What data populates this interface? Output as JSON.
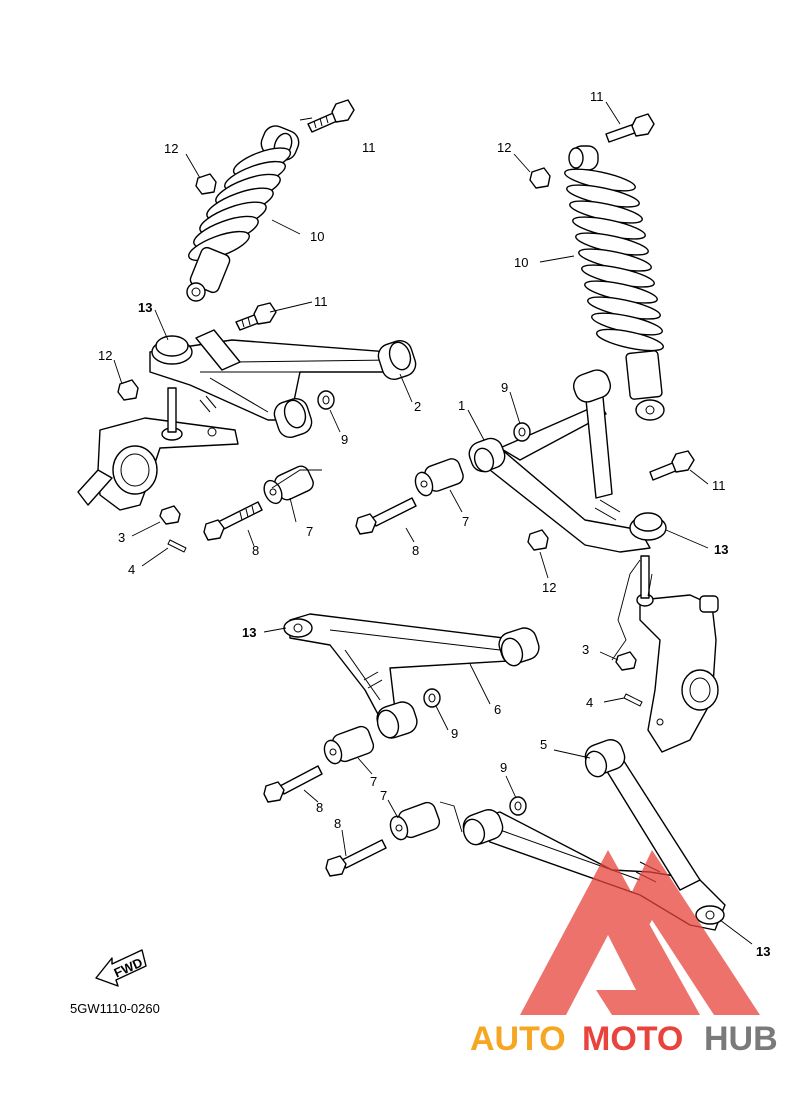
{
  "diagram_code": "5GW1110-0260",
  "fwd_label": "FWD",
  "watermark": {
    "part1": "AUTO",
    "part2": "MOTO",
    "part3": "HUB",
    "color_red": "#e8433c",
    "color_orange": "#f5a623",
    "color_gray": "#7a7a7a"
  },
  "callouts": {
    "n1": "1",
    "n2": "2",
    "n3": "3",
    "n4": "4",
    "n5": "5",
    "n6": "6",
    "n7": "7",
    "n8": "8",
    "n9": "9",
    "n10": "10",
    "n11": "11",
    "n12": "12",
    "n13": "13"
  }
}
